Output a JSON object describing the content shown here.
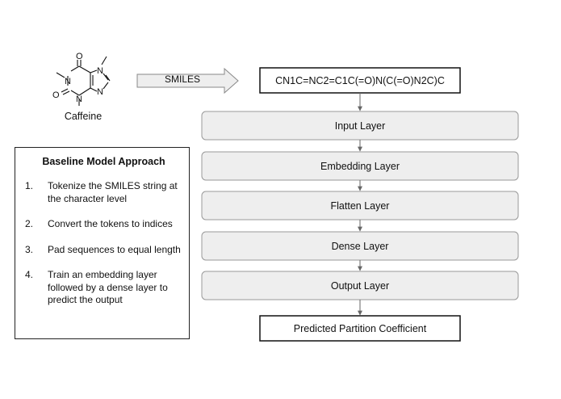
{
  "molecule": {
    "name": "Caffeine",
    "atoms": {
      "o_top": "O",
      "o_left": "O",
      "n1": "N",
      "n3": "N",
      "n7": "N",
      "n9": "N"
    }
  },
  "conversion_arrow": {
    "label": "SMILES"
  },
  "smiles_string": "CN1C=NC2=C1C(=O)N(C(=O)N2C)C",
  "pipeline": {
    "layers": [
      {
        "label": "Input Layer"
      },
      {
        "label": "Embedding Layer"
      },
      {
        "label": "Flatten Layer"
      },
      {
        "label": "Dense Layer"
      },
      {
        "label": "Output Layer"
      }
    ],
    "output": "Predicted Partition Coefficient"
  },
  "baseline": {
    "title": "Baseline Model Approach",
    "steps": [
      {
        "num": "1.",
        "text": "Tokenize the SMILES string at the character level"
      },
      {
        "num": "2.",
        "text": "Convert the tokens to indices"
      },
      {
        "num": "3.",
        "text": "Pad sequences to equal length"
      },
      {
        "num": "4.",
        "text": "Train an embedding layer followed by a dense layer to predict the output"
      }
    ]
  },
  "colors": {
    "layer_fill": "#eeeeee",
    "layer_border": "#999999",
    "box_border": "#111111",
    "arrow_fill": "#eeeeee",
    "arrow_border": "#888888",
    "connector": "#666666"
  }
}
